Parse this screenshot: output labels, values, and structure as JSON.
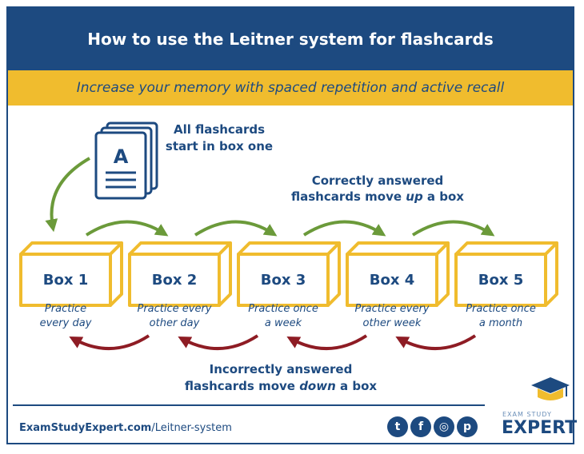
{
  "header": {
    "title": "How to use the Leitner system for flashcards"
  },
  "subheader": {
    "text": "Increase your memory with spaced repetition and active recall"
  },
  "stack": {
    "letter": "A",
    "note_line1": "All flashcards",
    "note_line2": "start in box one"
  },
  "boxes": [
    {
      "label": "Box 1",
      "freq1": "Practice",
      "freq2": "every day"
    },
    {
      "label": "Box 2",
      "freq1": "Practice every",
      "freq2": "other day"
    },
    {
      "label": "Box 3",
      "freq1": "Practice once",
      "freq2": "a week"
    },
    {
      "label": "Box 4",
      "freq1": "Practice every",
      "freq2": "other week"
    },
    {
      "label": "Box 5",
      "freq1": "Practice once",
      "freq2": "a month"
    }
  ],
  "up_note": {
    "line1": "Correctly answered",
    "line2_pre": "flashcards move ",
    "line2_em": "up",
    "line2_post": " a box"
  },
  "down_note": {
    "line1": "Incorrectly answered",
    "line2_pre": "flashcards move ",
    "line2_em": "down",
    "line2_post": " a box"
  },
  "footer": {
    "url_bold": "ExamStudyExpert.com",
    "url_rest": "/Leitner-system"
  },
  "social": [
    {
      "name": "twitter",
      "glyph": "t"
    },
    {
      "name": "facebook",
      "glyph": "f"
    },
    {
      "name": "instagram",
      "glyph": "◎"
    },
    {
      "name": "pinterest",
      "glyph": "p"
    }
  ],
  "logo": {
    "small": "EXAM STUDY",
    "big": "EXPERT"
  },
  "colors": {
    "navy": "#1d4a80",
    "gold": "#f0bc2e",
    "green": "#6b9a3a",
    "red": "#8e1c24"
  }
}
